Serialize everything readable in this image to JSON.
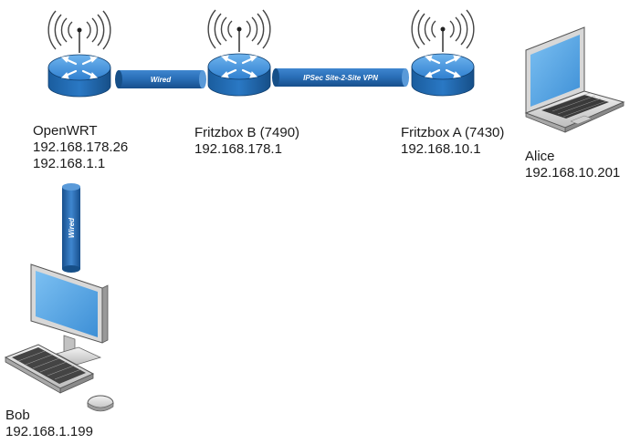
{
  "nodes": {
    "openwrt": {
      "name": "OpenWRT",
      "ips": [
        "192.168.178.26",
        "192.168.1.1"
      ]
    },
    "fritzb": {
      "name": "Fritzbox B (7490)",
      "ips": [
        "192.168.178.1"
      ]
    },
    "fritza": {
      "name": "Fritzbox A (7430)",
      "ips": [
        "192.168.10.1"
      ]
    },
    "alice": {
      "name": "Alice",
      "ips": [
        "192.168.10.201"
      ]
    },
    "bob": {
      "name": "Bob",
      "ips": [
        "192.168.1.199"
      ]
    }
  },
  "links": {
    "openwrt_fritzb": "Wired",
    "fritzb_fritza": "IPSec Site-2-Site VPN",
    "openwrt_bob": "Wired"
  },
  "colors": {
    "router_blue": "#1f6fb8",
    "router_light": "#4f9ee0",
    "pipe_blue": "#1d5fa8",
    "screen_blue": "#5aa9e6"
  },
  "icons": [
    "router-icon",
    "laptop-icon",
    "desktop-computer-icon",
    "wifi-waves-icon"
  ]
}
